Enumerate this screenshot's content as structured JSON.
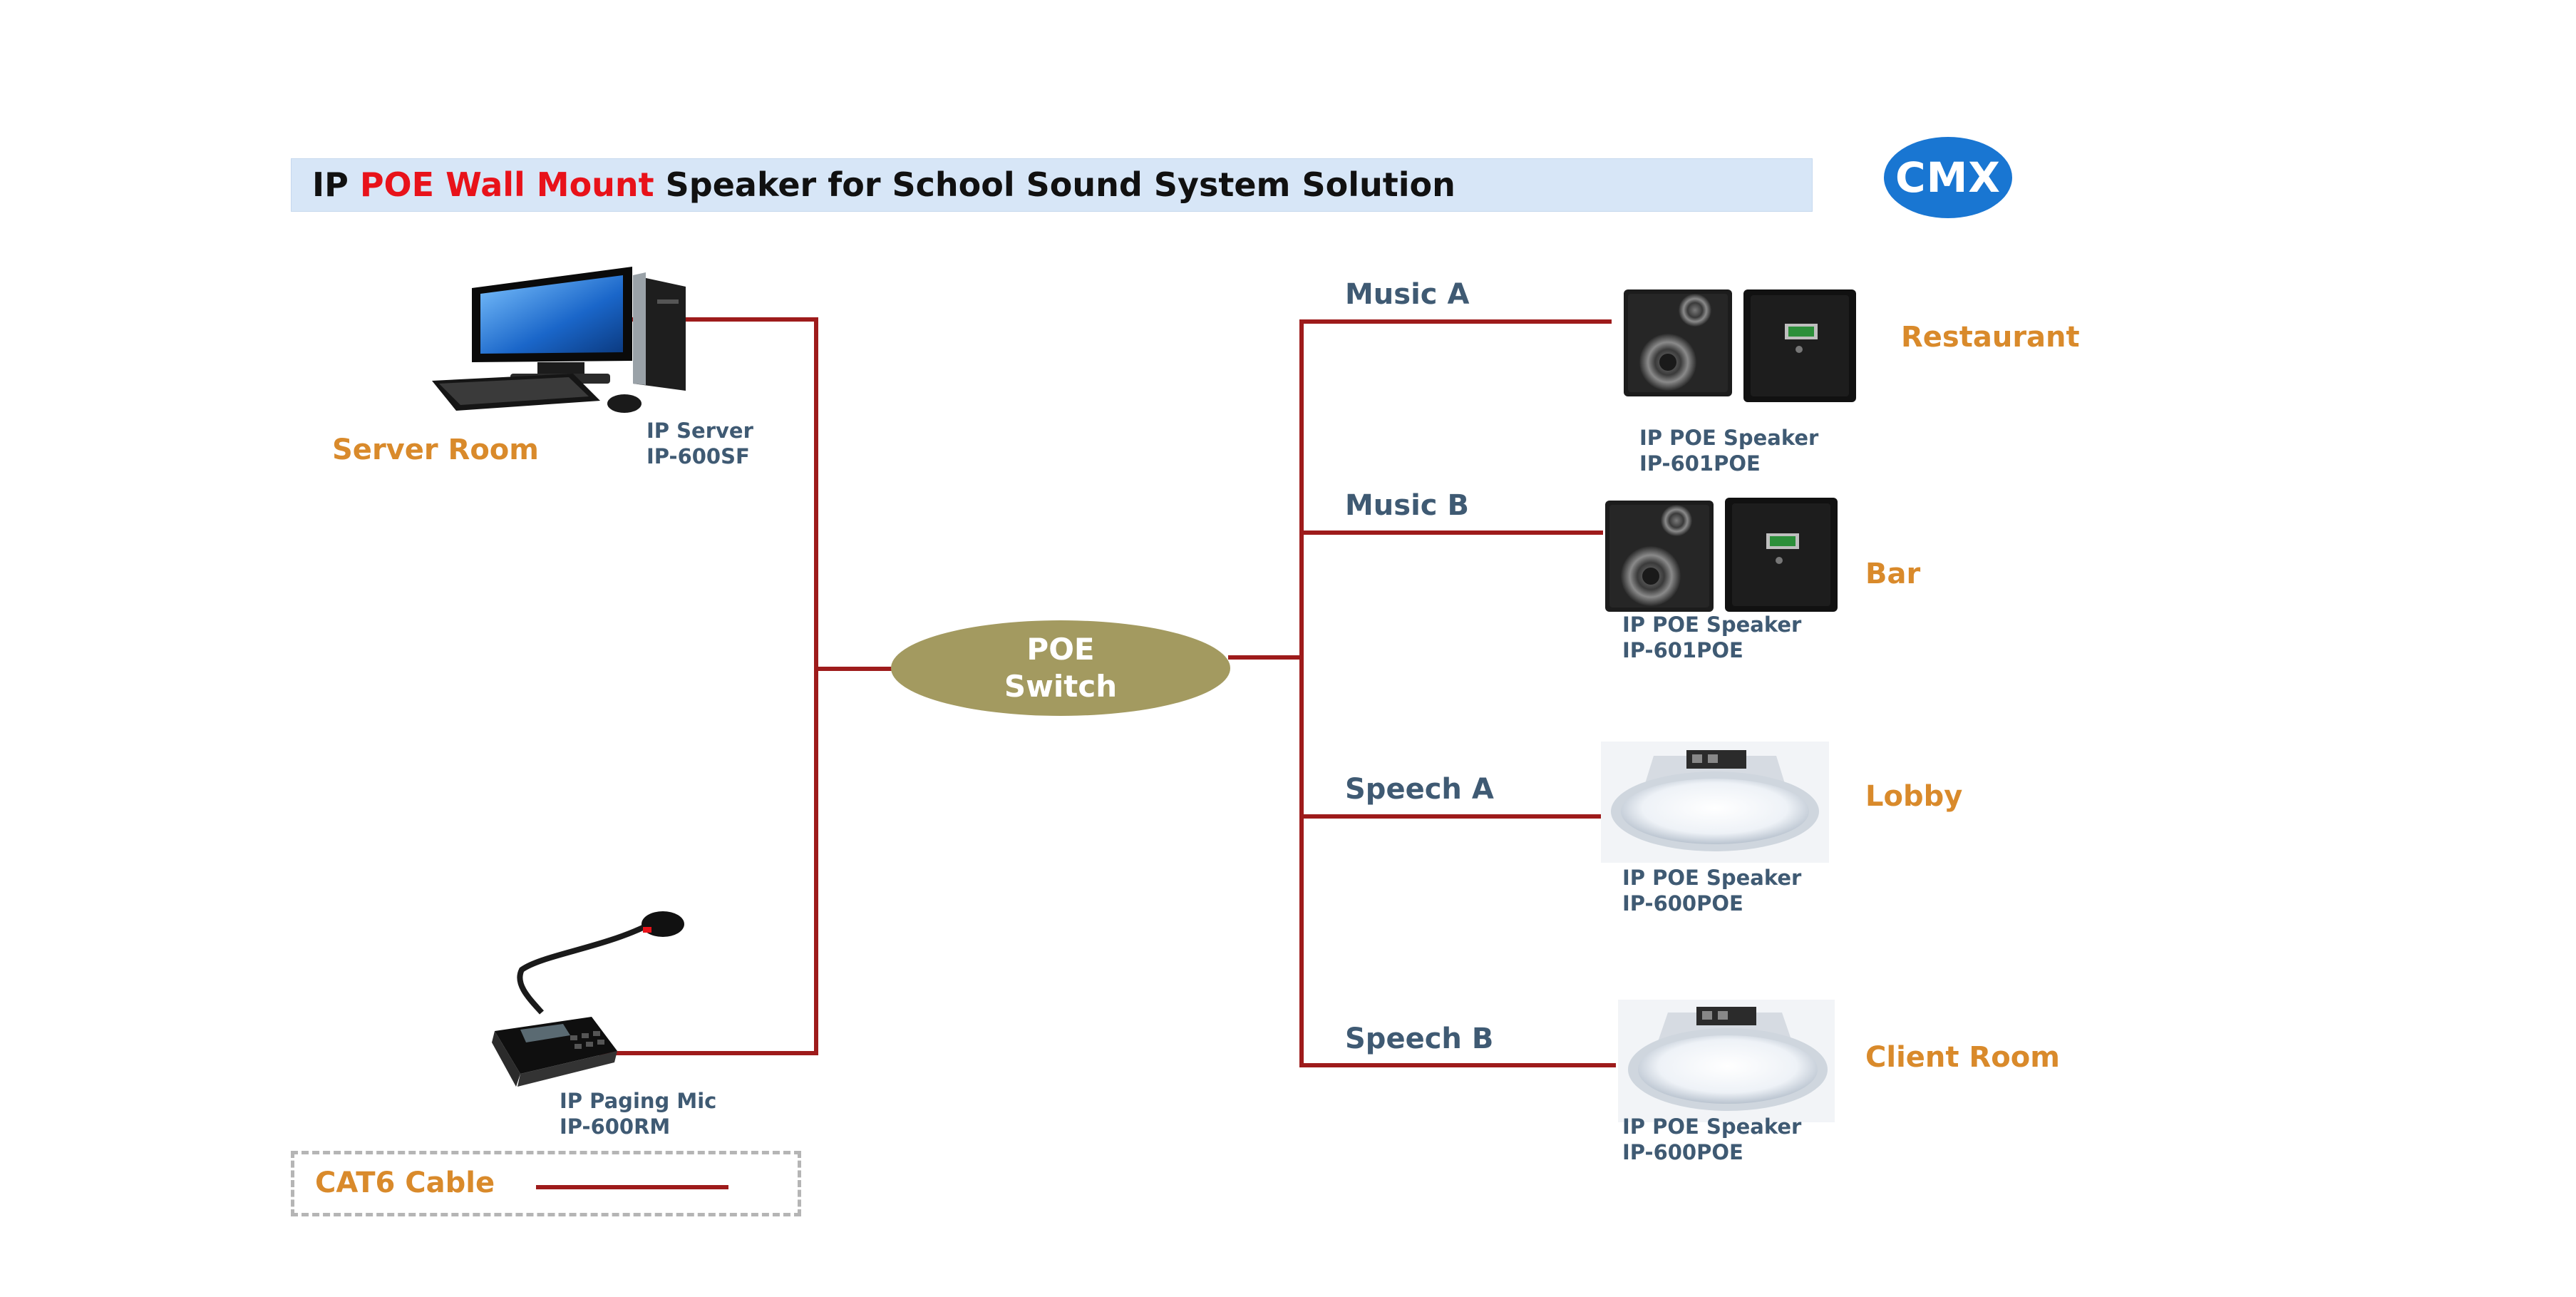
{
  "title": {
    "pre": "IP ",
    "highlight": "POE Wall Mount",
    "post": " Speaker for School Sound System Solution"
  },
  "logo": {
    "text": "CMX"
  },
  "switch": {
    "line1": "POE",
    "line2": "Switch"
  },
  "sources": {
    "server": {
      "location": "Server Room",
      "name": "IP Server",
      "model": "IP-600SF"
    },
    "mic": {
      "name": "IP Paging Mic",
      "model": "IP-600RM"
    }
  },
  "zones": [
    {
      "channel": "Music A",
      "location": "Restaurant",
      "name": "IP  POE Speaker",
      "model": "IP-601POE"
    },
    {
      "channel": "Music B",
      "location": "Bar",
      "name": "IP  POE Speaker",
      "model": "IP-601POE"
    },
    {
      "channel": "Speech A",
      "location": "Lobby",
      "name": "IP  POE Speaker",
      "model": "IP-600POE"
    },
    {
      "channel": "Speech B",
      "location": "Client Room",
      "name": "IP  POE Speaker",
      "model": "IP-600POE"
    }
  ],
  "legend": {
    "label": "CAT6 Cable"
  },
  "colors": {
    "cable": "#9e1b1b",
    "location_text": "#d98a2b",
    "device_text": "#3f5a73",
    "title_highlight": "#e8121a",
    "logo_bg": "#1976d2",
    "switch_bg": "#a39a60"
  }
}
